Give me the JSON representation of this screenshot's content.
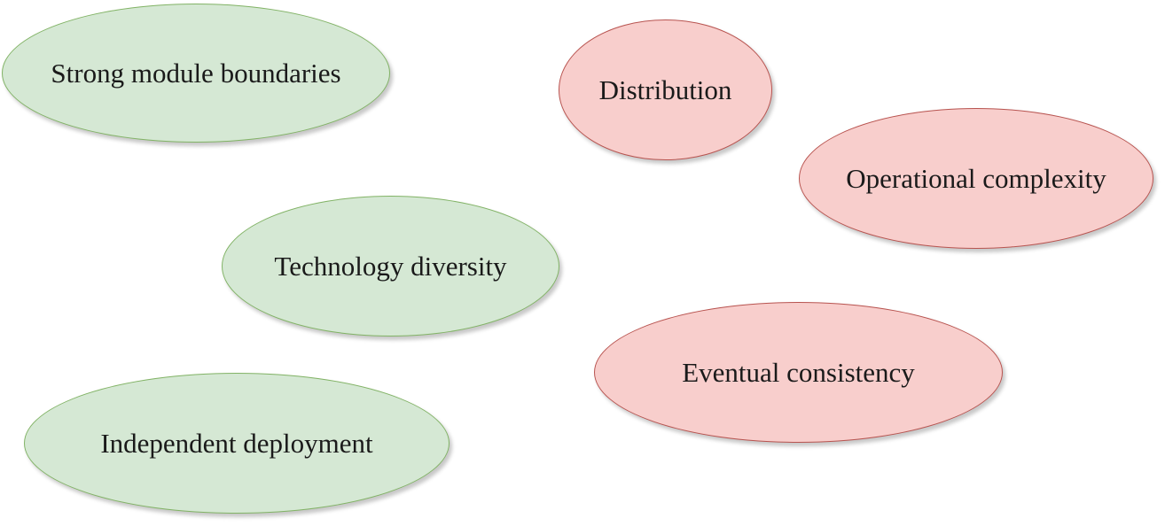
{
  "diagram": {
    "pros": [
      {
        "label": "Strong module boundaries",
        "color": "#d5e8d4",
        "border": "#82b366"
      },
      {
        "label": "Technology diversity",
        "color": "#d5e8d4",
        "border": "#82b366"
      },
      {
        "label": "Independent deployment",
        "color": "#d5e8d4",
        "border": "#82b366"
      }
    ],
    "cons": [
      {
        "label": "Distribution",
        "color": "#f8cecc",
        "border": "#b85450"
      },
      {
        "label": "Operational complexity",
        "color": "#f8cecc",
        "border": "#b85450"
      },
      {
        "label": "Eventual consistency",
        "color": "#f8cecc",
        "border": "#b85450"
      }
    ]
  }
}
